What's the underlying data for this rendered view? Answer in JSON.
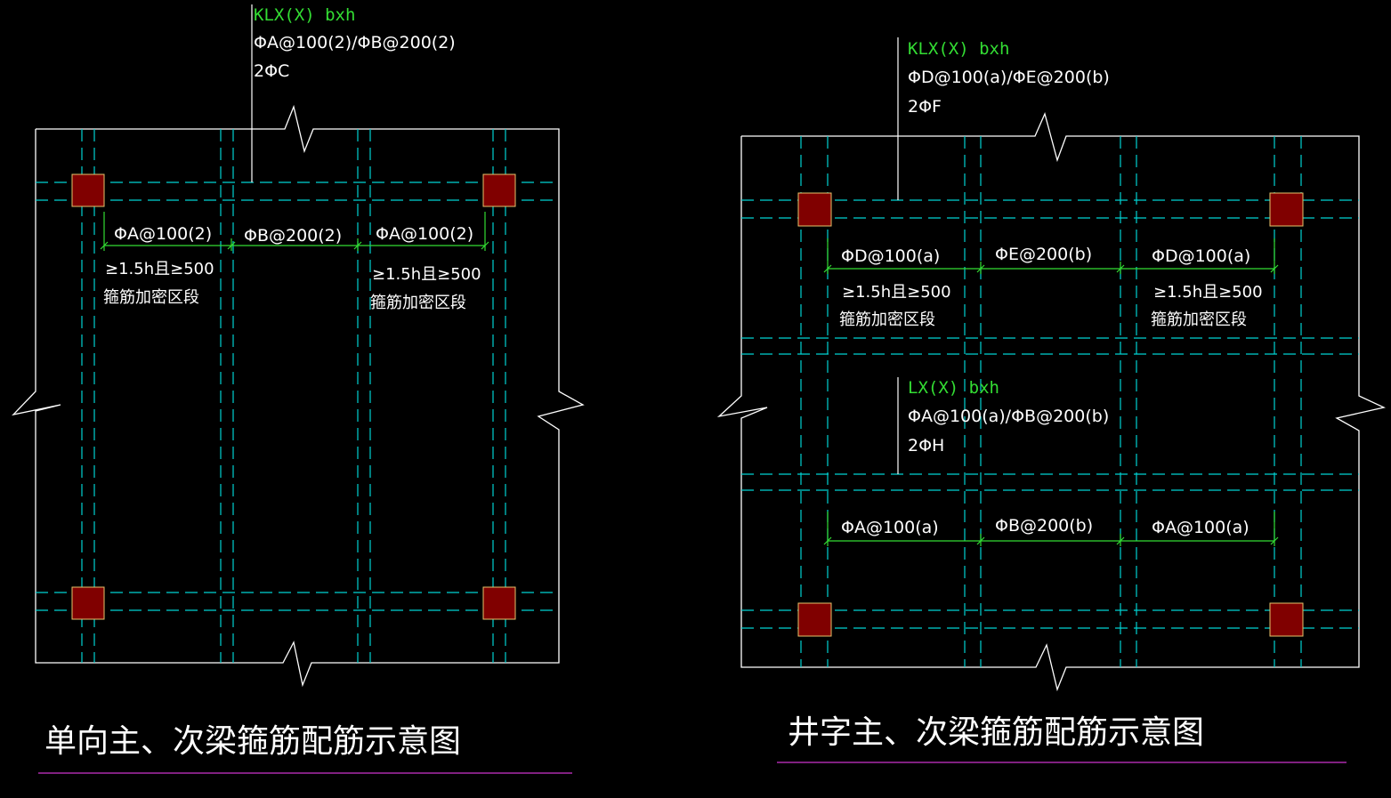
{
  "colors": {
    "background": "#000000",
    "outline": "#ffffff",
    "beam_dashed": "#00d2d2",
    "dimension": "#33dd33",
    "column_fill": "#800000",
    "column_edge": "#e6c36b",
    "title_underline": "#cc33cc"
  },
  "left": {
    "beam_label": {
      "name": "KLX(X) bxh",
      "stirrups": "ΦA@100(2)/ΦB@200(2)",
      "top_bars": "2ΦC"
    },
    "dims": [
      {
        "text": "ΦA@100(2)"
      },
      {
        "text": "ΦB@200(2)"
      },
      {
        "text": "ΦA@100(2)"
      }
    ],
    "zone_notes": [
      {
        "line1": "≥1.5h且≥500",
        "line2": "箍筋加密区段"
      },
      {
        "line1": "≥1.5h且≥500",
        "line2": "箍筋加密区段"
      }
    ],
    "title": "单向主、次梁箍筋配筋示意图"
  },
  "right": {
    "main_beam_label": {
      "name": "KLX(X) bxh",
      "stirrups": "ΦD@100(a)/ΦE@200(b)",
      "top_bars": "2ΦF"
    },
    "secondary_beam_label": {
      "name": "LX(X) bxh",
      "stirrups": "ΦA@100(a)/ΦB@200(b)",
      "top_bars": "2ΦH"
    },
    "dims_top": [
      {
        "text": "ΦD@100(a)"
      },
      {
        "text": "ΦE@200(b)"
      },
      {
        "text": "ΦD@100(a)"
      }
    ],
    "dims_bottom": [
      {
        "text": "ΦA@100(a)"
      },
      {
        "text": "ΦB@200(b)"
      },
      {
        "text": "ΦA@100(a)"
      }
    ],
    "zone_notes": [
      {
        "line1": "≥1.5h且≥500",
        "line2": "箍筋加密区段"
      },
      {
        "line1": "≥1.5h且≥500",
        "line2": "箍筋加密区段"
      }
    ],
    "title": "井字主、次梁箍筋配筋示意图"
  }
}
